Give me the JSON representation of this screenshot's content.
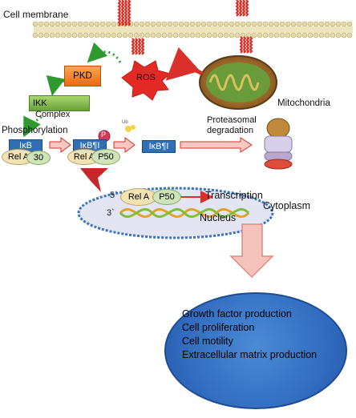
{
  "labels": {
    "cell_membrane": "Cell membrane",
    "pkd": "PKD",
    "ros": "ROS",
    "mitochondria": "Mitochondria",
    "ikk": "IKK",
    "complex": "Complex",
    "phosphorylation": "Phosphorylation",
    "ikb": "IκB",
    "ikb_p": "IκB¶I",
    "rel_a": "Rel A",
    "p30": "30",
    "p50": "P50",
    "p": "P",
    "ub": "Ub",
    "proteasomal": "Proteasomal",
    "degradation": "degradation",
    "five_prime": "5`",
    "three_prime": "3`",
    "transcription": "Transcription",
    "cytoplasm": "Cytoplasm",
    "nucleus": "Nucleus"
  },
  "outcomes": [
    "Growth factor production",
    "Cell proliferation",
    "Cell motility",
    "Extracellular matrix production"
  ],
  "colors": {
    "pkd": "#f47a20",
    "ros": "#e42a24",
    "ikk": "#7cb342",
    "ikb": "#2f6fb5",
    "rel_a": "#f3e3b3",
    "p50": "#cfe4b9",
    "outcome_oval": "#2f69bd",
    "arrow_pink": "#f2b3ab",
    "membrane_head": "#e9d9a6"
  }
}
